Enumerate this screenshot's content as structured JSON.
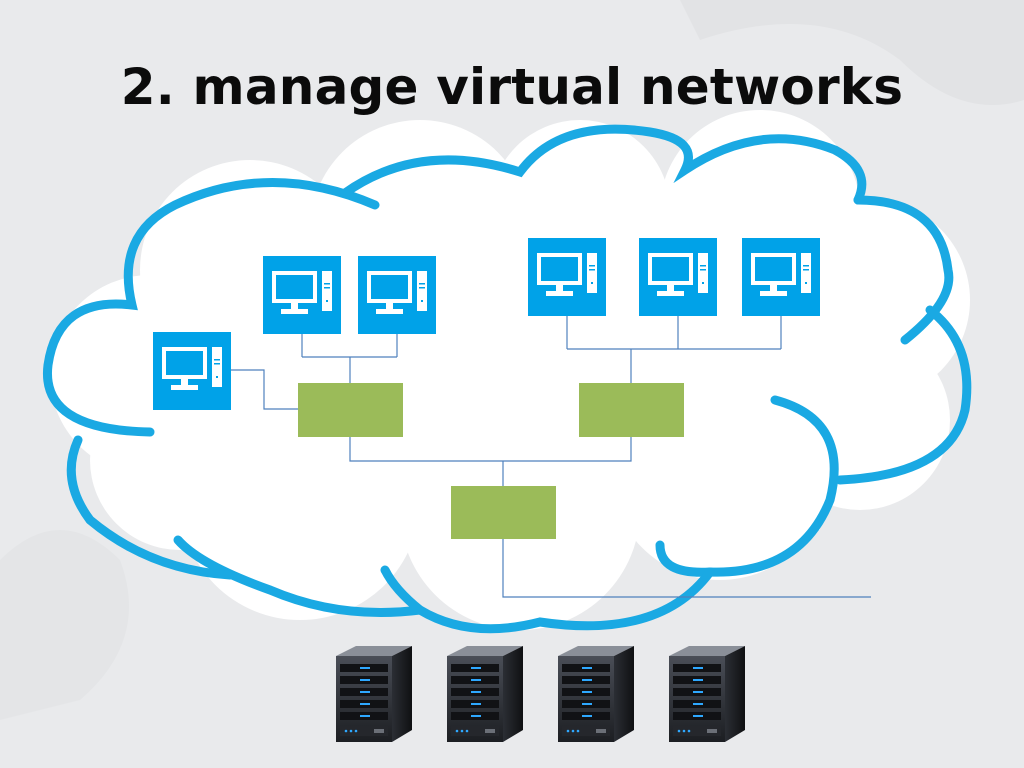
{
  "slide": {
    "title": "2. manage virtual networks"
  },
  "colors": {
    "background": "#e9eaec",
    "cloud_stroke": "#1aa9e3",
    "cloud_fill": "#ffffff",
    "computer_tile": "#00a2e8",
    "switch": "#9bbb59",
    "link_line": "#4f81bd",
    "server_body": "#2a2d33"
  },
  "diagram": {
    "computers": [
      {
        "id": "pc-1",
        "icon": "desktop-computer-icon"
      },
      {
        "id": "pc-2",
        "icon": "desktop-computer-icon"
      },
      {
        "id": "pc-3",
        "icon": "desktop-computer-icon"
      },
      {
        "id": "pc-4",
        "icon": "desktop-computer-icon"
      },
      {
        "id": "pc-5",
        "icon": "desktop-computer-icon"
      },
      {
        "id": "pc-6",
        "icon": "desktop-computer-icon"
      }
    ],
    "switches": [
      {
        "id": "switch-left"
      },
      {
        "id": "switch-right"
      },
      {
        "id": "switch-core"
      }
    ],
    "servers": [
      {
        "id": "server-1",
        "icon": "server-rack-icon"
      },
      {
        "id": "server-2",
        "icon": "server-rack-icon"
      },
      {
        "id": "server-3",
        "icon": "server-rack-icon"
      },
      {
        "id": "server-4",
        "icon": "server-rack-icon"
      }
    ]
  }
}
